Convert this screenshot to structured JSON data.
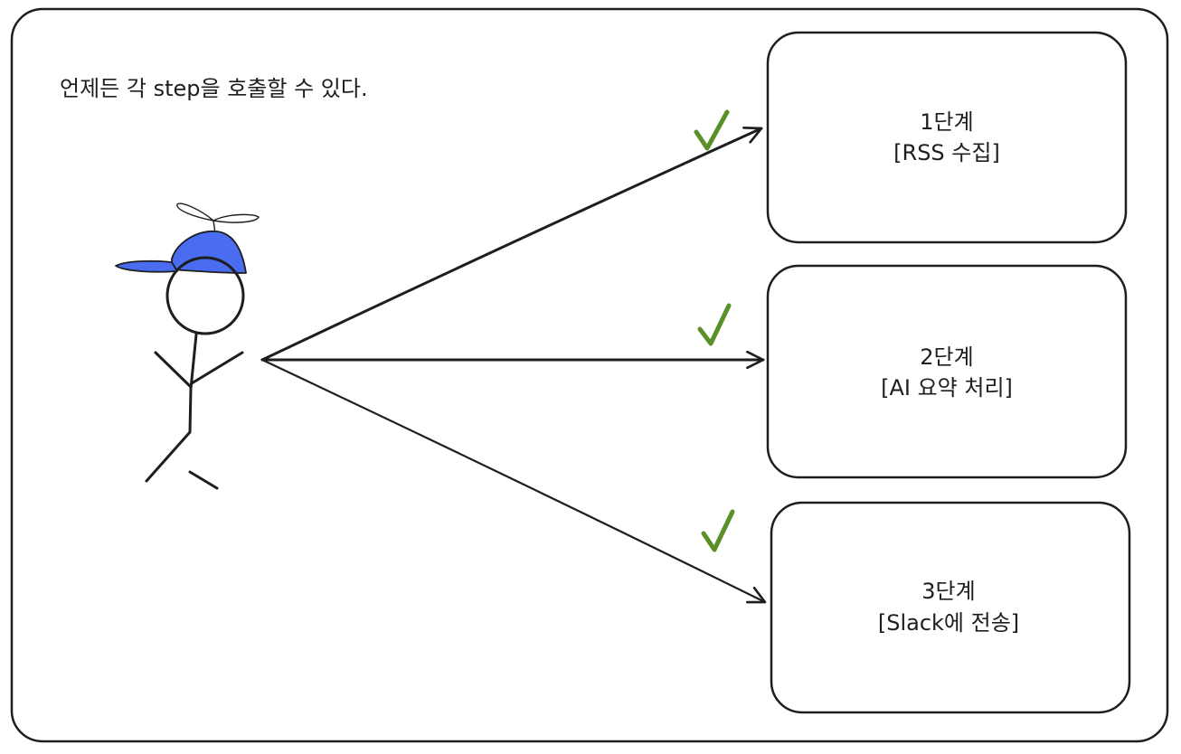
{
  "caption": "언제든 각 step을 호출할 수 있다.",
  "steps": [
    {
      "title": "1단계",
      "subtitle": "[RSS 수집]"
    },
    {
      "title": "2단계",
      "subtitle": "[AI 요약 처리]"
    },
    {
      "title": "3단계",
      "subtitle": "[Slack에 전송]"
    }
  ],
  "colors": {
    "stroke": "#1e1e1e",
    "cap": "#4a6cf0",
    "check": "#5a8f29",
    "background": "#ffffff"
  },
  "icons": {
    "person": "stick-figure-with-propeller-cap",
    "check": "check-mark-icon"
  }
}
